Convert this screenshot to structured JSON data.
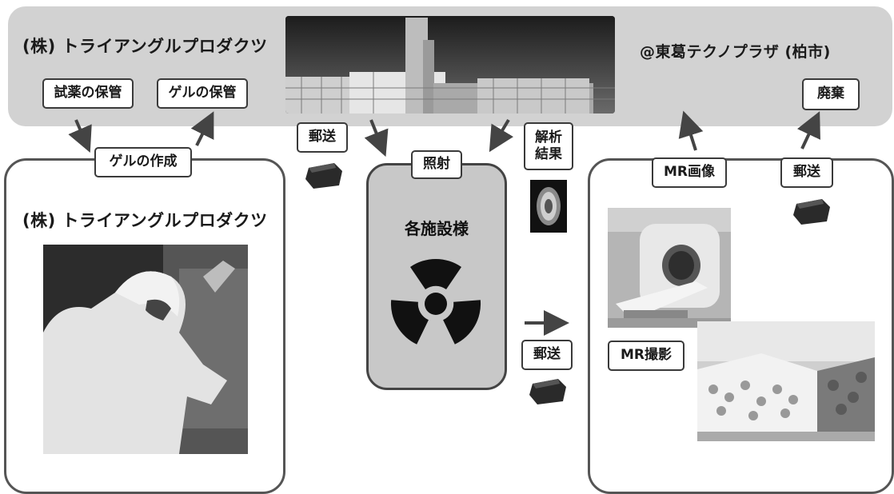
{
  "top_band": {
    "company": "(株) トライアングルプロダクツ",
    "location": "@東葛テクノプラザ (柏市)",
    "reagent_storage": "試薬の保管",
    "gel_storage": "ゲルの保管",
    "disposal": "廃棄"
  },
  "left_panel": {
    "title": "(株) トライアングルプロダクツ",
    "step_label": "ゲルの作成"
  },
  "center": {
    "mail_label": "郵送",
    "irradiation_label": "照射",
    "facility_label": "各施設様",
    "analysis_label": "解析\n結果",
    "mail_label_2": "郵送"
  },
  "right_panel": {
    "mr_image_label": "MR画像",
    "mail_label": "郵送",
    "mr_scan_label": "MR撮影"
  },
  "icons": [
    "radiation-icon",
    "mail-box-icon",
    "arrow-icon"
  ],
  "colors": {
    "band": "#d2d2d2",
    "center_panel": "#c8c8c8",
    "border": "#444444"
  }
}
